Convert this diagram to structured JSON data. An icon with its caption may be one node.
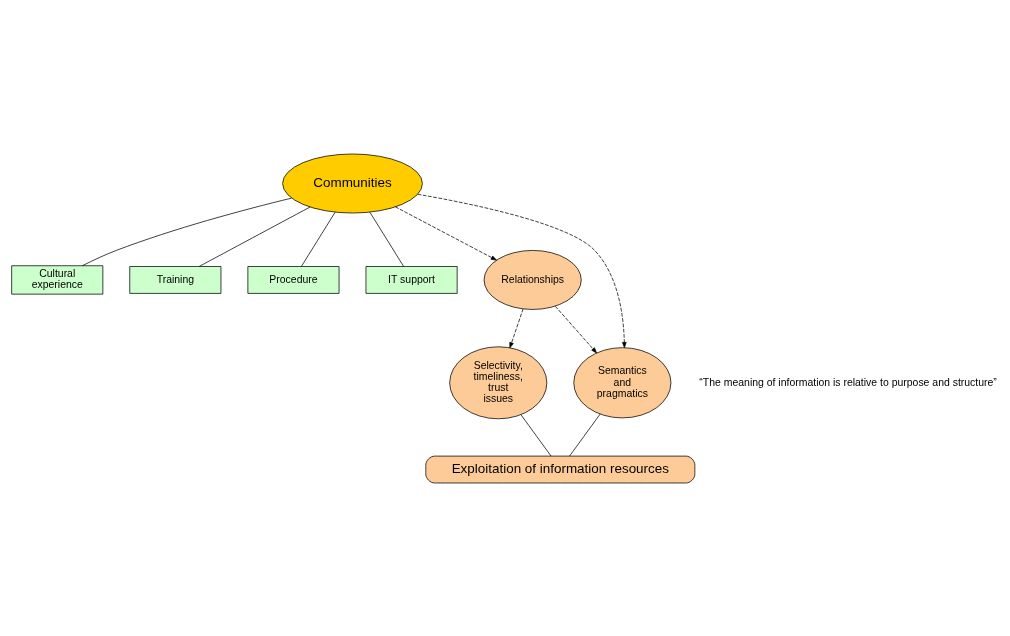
{
  "diagram": {
    "nodes": [
      {
        "text": [
          "Communities"
        ]
      },
      {
        "text": [
          "Cultural experience"
        ]
      },
      {
        "text": [
          "Training"
        ]
      },
      {
        "text": [
          "Procedure"
        ]
      },
      {
        "text": [
          "IT support"
        ]
      },
      {
        "text": [
          "Relationships"
        ]
      },
      {
        "text": [
          "Selectivity, timeliness, trust issues"
        ]
      },
      {
        "text": [
          "Semantics and pragmatics"
        ]
      },
      {
        "text": [
          "Exploitation of information resources"
        ]
      }
    ],
    "edges": [
      {
        "from": 0,
        "to": 1,
        "arrow": "none"
      },
      {
        "from": 0,
        "to": 2,
        "arrow": "none"
      },
      {
        "from": 0,
        "to": 3,
        "arrow": "none"
      },
      {
        "from": 0,
        "to": 4,
        "arrow": "none"
      },
      {
        "from": 0,
        "to": 5,
        "arrow": "to",
        "style": "dashed"
      },
      {
        "from": 5,
        "to": 6,
        "arrow": "to",
        "style": "dashed"
      },
      {
        "from": 5,
        "to": 7,
        "arrow": "to",
        "style": "dashed"
      },
      {
        "from": 0,
        "to": 7,
        "arrow": "to",
        "style": "dashed"
      },
      {
        "from": 6,
        "to": 8,
        "arrow": "none"
      },
      {
        "from": 7,
        "to": 8,
        "arrow": "none"
      }
    ],
    "labels": [
      "“The meaning of information is relative to purpose and structure”"
    ]
  }
}
